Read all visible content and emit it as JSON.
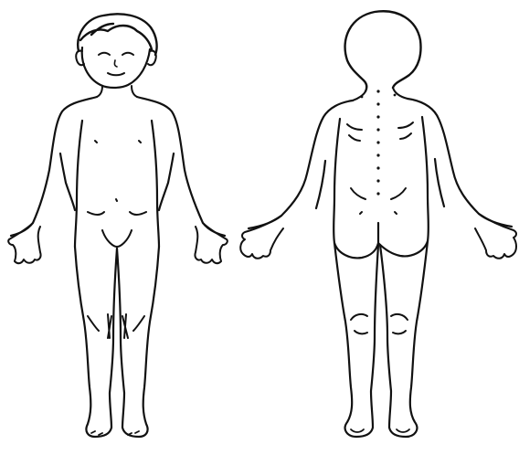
{
  "figure": {
    "views": [
      {
        "id": "front",
        "name": "front-view"
      },
      {
        "id": "back",
        "name": "back-view"
      }
    ]
  },
  "colors": {
    "background": "#ffffff",
    "line": "#111111"
  }
}
